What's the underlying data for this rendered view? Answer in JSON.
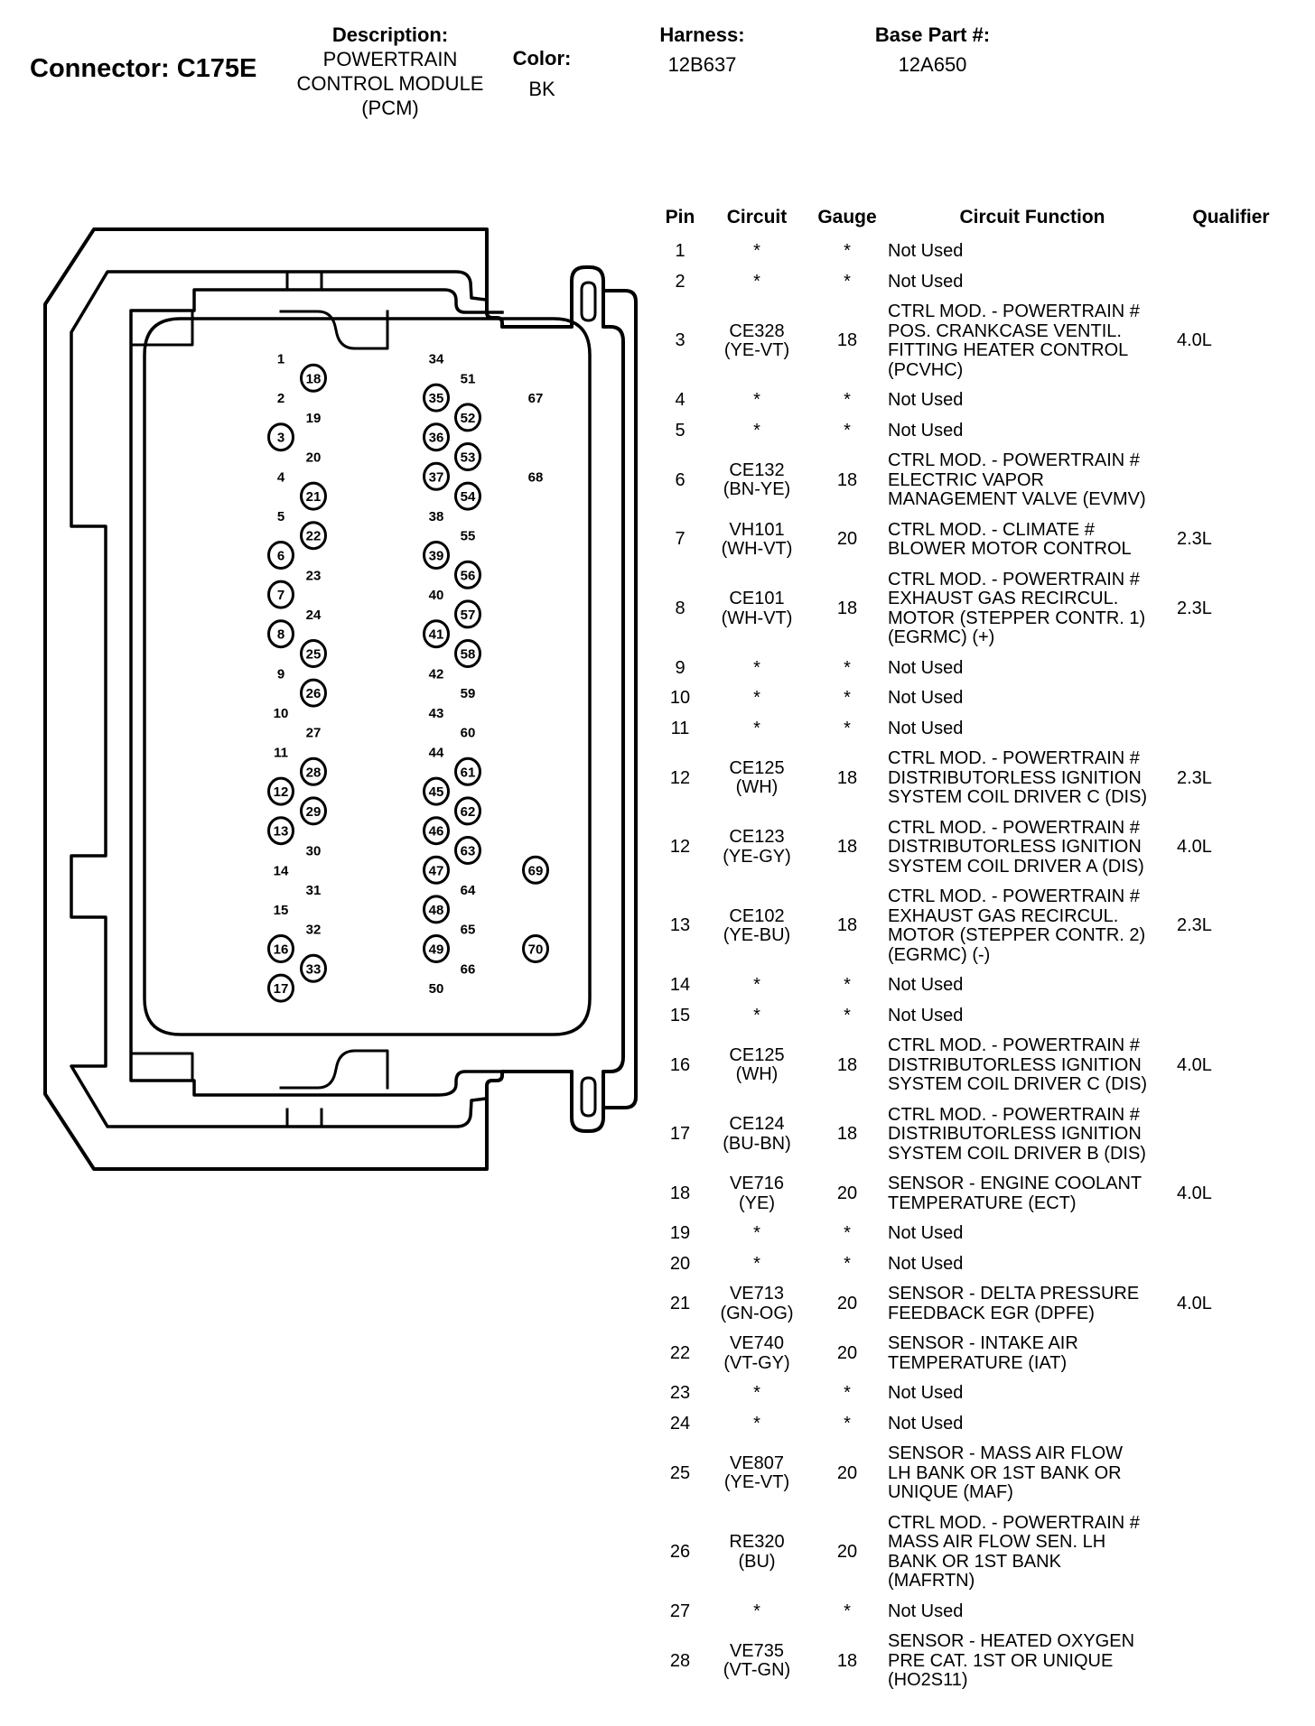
{
  "header": {
    "connector_label": "Connector: C175E",
    "description_label": "Description:",
    "description_lines": [
      "POWERTRAIN",
      "CONTROL MODULE",
      "(PCM)"
    ],
    "color_label": "Color:",
    "color_value": "BK",
    "harness_label": "Harness:",
    "harness_value": "12B637",
    "base_part_label": "Base Part #:",
    "base_part_value": "12A650"
  },
  "diagram": {
    "left_pins": [
      {
        "n": "1",
        "c": 0,
        "ring": false
      },
      {
        "n": "18",
        "c": 1,
        "ring": true
      },
      {
        "n": "2",
        "c": 0,
        "ring": false
      },
      {
        "n": "19",
        "c": 1,
        "ring": false
      },
      {
        "n": "3",
        "c": 0,
        "ring": true
      },
      {
        "n": "20",
        "c": 1,
        "ring": false
      },
      {
        "n": "4",
        "c": 0,
        "ring": false
      },
      {
        "n": "21",
        "c": 1,
        "ring": true
      },
      {
        "n": "5",
        "c": 0,
        "ring": false
      },
      {
        "n": "22",
        "c": 1,
        "ring": true
      },
      {
        "n": "6",
        "c": 0,
        "ring": true
      },
      {
        "n": "23",
        "c": 1,
        "ring": false
      },
      {
        "n": "7",
        "c": 0,
        "ring": true
      },
      {
        "n": "24",
        "c": 1,
        "ring": false
      },
      {
        "n": "8",
        "c": 0,
        "ring": true
      },
      {
        "n": "25",
        "c": 1,
        "ring": true
      },
      {
        "n": "9",
        "c": 0,
        "ring": false
      },
      {
        "n": "26",
        "c": 1,
        "ring": true
      },
      {
        "n": "10",
        "c": 0,
        "ring": false
      },
      {
        "n": "27",
        "c": 1,
        "ring": false
      },
      {
        "n": "11",
        "c": 0,
        "ring": false
      },
      {
        "n": "28",
        "c": 1,
        "ring": true
      },
      {
        "n": "12",
        "c": 0,
        "ring": true
      },
      {
        "n": "29",
        "c": 1,
        "ring": true
      },
      {
        "n": "13",
        "c": 0,
        "ring": true
      },
      {
        "n": "30",
        "c": 1,
        "ring": false
      },
      {
        "n": "14",
        "c": 0,
        "ring": false
      },
      {
        "n": "31",
        "c": 1,
        "ring": false
      },
      {
        "n": "15",
        "c": 0,
        "ring": false
      },
      {
        "n": "32",
        "c": 1,
        "ring": false
      },
      {
        "n": "16",
        "c": 0,
        "ring": true
      },
      {
        "n": "33",
        "c": 1,
        "ring": true
      },
      {
        "n": "17",
        "c": 0,
        "ring": true
      }
    ],
    "right_pins": [
      {
        "n": "34",
        "c": 0,
        "ring": false
      },
      {
        "n": "51",
        "c": 1,
        "ring": false
      },
      {
        "n": "35",
        "c": 0,
        "ring": true
      },
      {
        "n": "52",
        "c": 1,
        "ring": true
      },
      {
        "n": "36",
        "c": 0,
        "ring": true
      },
      {
        "n": "53",
        "c": 1,
        "ring": true
      },
      {
        "n": "37",
        "c": 0,
        "ring": true
      },
      {
        "n": "54",
        "c": 1,
        "ring": true
      },
      {
        "n": "38",
        "c": 0,
        "ring": false
      },
      {
        "n": "55",
        "c": 1,
        "ring": false
      },
      {
        "n": "39",
        "c": 0,
        "ring": true
      },
      {
        "n": "56",
        "c": 1,
        "ring": true
      },
      {
        "n": "40",
        "c": 0,
        "ring": false
      },
      {
        "n": "57",
        "c": 1,
        "ring": true
      },
      {
        "n": "41",
        "c": 0,
        "ring": true
      },
      {
        "n": "58",
        "c": 1,
        "ring": true
      },
      {
        "n": "42",
        "c": 0,
        "ring": false
      },
      {
        "n": "59",
        "c": 1,
        "ring": false
      },
      {
        "n": "43",
        "c": 0,
        "ring": false
      },
      {
        "n": "60",
        "c": 1,
        "ring": false
      },
      {
        "n": "44",
        "c": 0,
        "ring": false
      },
      {
        "n": "61",
        "c": 1,
        "ring": true
      },
      {
        "n": "45",
        "c": 0,
        "ring": true
      },
      {
        "n": "62",
        "c": 1,
        "ring": true
      },
      {
        "n": "46",
        "c": 0,
        "ring": true
      },
      {
        "n": "63",
        "c": 1,
        "ring": true
      },
      {
        "n": "47",
        "c": 0,
        "ring": true
      },
      {
        "n": "64",
        "c": 1,
        "ring": false
      },
      {
        "n": "48",
        "c": 0,
        "ring": true
      },
      {
        "n": "65",
        "c": 1,
        "ring": false
      },
      {
        "n": "49",
        "c": 0,
        "ring": true
      },
      {
        "n": "66",
        "c": 1,
        "ring": false
      },
      {
        "n": "50",
        "c": 0,
        "ring": false
      }
    ],
    "side_pins": [
      {
        "n": "67",
        "row": 2,
        "ring": false
      },
      {
        "n": "68",
        "row": 6,
        "ring": false
      },
      {
        "n": "69",
        "row": 26,
        "ring": true
      },
      {
        "n": "70",
        "row": 30,
        "ring": true
      }
    ]
  },
  "table": {
    "headers": [
      "Pin",
      "Circuit",
      "Gauge",
      "Circuit Function",
      "Qualifier"
    ],
    "rows": [
      {
        "pin": "1",
        "circuit_lines": [
          "*"
        ],
        "gauge": "*",
        "function_lines": [
          "Not Used"
        ],
        "qualifier": ""
      },
      {
        "pin": "2",
        "circuit_lines": [
          "*"
        ],
        "gauge": "*",
        "function_lines": [
          "Not Used"
        ],
        "qualifier": ""
      },
      {
        "pin": "3",
        "circuit_lines": [
          "CE328",
          "(YE-VT)"
        ],
        "gauge": "18",
        "function_lines": [
          "CTRL MOD. - POWERTRAIN #",
          "POS. CRANKCASE VENTIL.",
          "FITTING HEATER CONTROL",
          "(PCVHC)"
        ],
        "qualifier": "4.0L"
      },
      {
        "pin": "4",
        "circuit_lines": [
          "*"
        ],
        "gauge": "*",
        "function_lines": [
          "Not Used"
        ],
        "qualifier": ""
      },
      {
        "pin": "5",
        "circuit_lines": [
          "*"
        ],
        "gauge": "*",
        "function_lines": [
          "Not Used"
        ],
        "qualifier": ""
      },
      {
        "pin": "6",
        "circuit_lines": [
          "CE132",
          "(BN-YE)"
        ],
        "gauge": "18",
        "function_lines": [
          "CTRL MOD. - POWERTRAIN #",
          "ELECTRIC VAPOR",
          "MANAGEMENT VALVE (EVMV)"
        ],
        "qualifier": ""
      },
      {
        "pin": "7",
        "circuit_lines": [
          "VH101",
          "(WH-VT)"
        ],
        "gauge": "20",
        "function_lines": [
          "CTRL MOD. - CLIMATE #",
          "BLOWER MOTOR CONTROL"
        ],
        "qualifier": "2.3L"
      },
      {
        "pin": "8",
        "circuit_lines": [
          "CE101",
          "(WH-VT)"
        ],
        "gauge": "18",
        "function_lines": [
          "CTRL MOD. - POWERTRAIN #",
          "EXHAUST GAS RECIRCUL.",
          "MOTOR (STEPPER CONTR. 1)",
          "(EGRMC) (+)"
        ],
        "qualifier": "2.3L"
      },
      {
        "pin": "9",
        "circuit_lines": [
          "*"
        ],
        "gauge": "*",
        "function_lines": [
          "Not Used"
        ],
        "qualifier": ""
      },
      {
        "pin": "10",
        "circuit_lines": [
          "*"
        ],
        "gauge": "*",
        "function_lines": [
          "Not Used"
        ],
        "qualifier": ""
      },
      {
        "pin": "11",
        "circuit_lines": [
          "*"
        ],
        "gauge": "*",
        "function_lines": [
          "Not Used"
        ],
        "qualifier": ""
      },
      {
        "pin": "12",
        "circuit_lines": [
          "CE125",
          "(WH)"
        ],
        "gauge": "18",
        "function_lines": [
          "CTRL MOD. - POWERTRAIN #",
          "DISTRIBUTORLESS IGNITION",
          "SYSTEM COIL DRIVER C (DIS)"
        ],
        "qualifier": "2.3L"
      },
      {
        "pin": "12",
        "circuit_lines": [
          "CE123",
          "(YE-GY)"
        ],
        "gauge": "18",
        "function_lines": [
          "CTRL MOD. - POWERTRAIN #",
          "DISTRIBUTORLESS IGNITION",
          "SYSTEM COIL DRIVER A (DIS)"
        ],
        "qualifier": "4.0L"
      },
      {
        "pin": "13",
        "circuit_lines": [
          "CE102",
          "(YE-BU)"
        ],
        "gauge": "18",
        "function_lines": [
          "CTRL MOD. - POWERTRAIN #",
          "EXHAUST GAS RECIRCUL.",
          "MOTOR (STEPPER CONTR. 2)",
          "(EGRMC) (-)"
        ],
        "qualifier": "2.3L"
      },
      {
        "pin": "14",
        "circuit_lines": [
          "*"
        ],
        "gauge": "*",
        "function_lines": [
          "Not Used"
        ],
        "qualifier": ""
      },
      {
        "pin": "15",
        "circuit_lines": [
          "*"
        ],
        "gauge": "*",
        "function_lines": [
          "Not Used"
        ],
        "qualifier": ""
      },
      {
        "pin": "16",
        "circuit_lines": [
          "CE125",
          "(WH)"
        ],
        "gauge": "18",
        "function_lines": [
          "CTRL MOD. - POWERTRAIN #",
          "DISTRIBUTORLESS IGNITION",
          "SYSTEM COIL DRIVER C (DIS)"
        ],
        "qualifier": "4.0L"
      },
      {
        "pin": "17",
        "circuit_lines": [
          "CE124",
          "(BU-BN)"
        ],
        "gauge": "18",
        "function_lines": [
          "CTRL MOD. - POWERTRAIN #",
          "DISTRIBUTORLESS IGNITION",
          "SYSTEM COIL DRIVER B (DIS)"
        ],
        "qualifier": ""
      },
      {
        "pin": "18",
        "circuit_lines": [
          "VE716",
          "(YE)"
        ],
        "gauge": "20",
        "function_lines": [
          "SENSOR - ENGINE COOLANT",
          "TEMPERATURE (ECT)"
        ],
        "qualifier": "4.0L"
      },
      {
        "pin": "19",
        "circuit_lines": [
          "*"
        ],
        "gauge": "*",
        "function_lines": [
          "Not Used"
        ],
        "qualifier": ""
      },
      {
        "pin": "20",
        "circuit_lines": [
          "*"
        ],
        "gauge": "*",
        "function_lines": [
          "Not Used"
        ],
        "qualifier": ""
      },
      {
        "pin": "21",
        "circuit_lines": [
          "VE713",
          "(GN-OG)"
        ],
        "gauge": "20",
        "function_lines": [
          "SENSOR - DELTA PRESSURE",
          "FEEDBACK EGR (DPFE)"
        ],
        "qualifier": "4.0L"
      },
      {
        "pin": "22",
        "circuit_lines": [
          "VE740",
          "(VT-GY)"
        ],
        "gauge": "20",
        "function_lines": [
          "SENSOR - INTAKE AIR",
          "TEMPERATURE (IAT)"
        ],
        "qualifier": ""
      },
      {
        "pin": "23",
        "circuit_lines": [
          "*"
        ],
        "gauge": "*",
        "function_lines": [
          "Not Used"
        ],
        "qualifier": ""
      },
      {
        "pin": "24",
        "circuit_lines": [
          "*"
        ],
        "gauge": "*",
        "function_lines": [
          "Not Used"
        ],
        "qualifier": ""
      },
      {
        "pin": "25",
        "circuit_lines": [
          "VE807",
          "(YE-VT)"
        ],
        "gauge": "20",
        "function_lines": [
          "SENSOR - MASS AIR FLOW",
          "LH BANK OR 1ST BANK OR",
          "UNIQUE (MAF)"
        ],
        "qualifier": ""
      },
      {
        "pin": "26",
        "circuit_lines": [
          "RE320",
          "(BU)"
        ],
        "gauge": "20",
        "function_lines": [
          "CTRL MOD. - POWERTRAIN #",
          "MASS AIR FLOW SEN. LH",
          "BANK OR 1ST BANK",
          "(MAFRTN)"
        ],
        "qualifier": ""
      },
      {
        "pin": "27",
        "circuit_lines": [
          "*"
        ],
        "gauge": "*",
        "function_lines": [
          "Not Used"
        ],
        "qualifier": ""
      },
      {
        "pin": "28",
        "circuit_lines": [
          "VE735",
          "(VT-GN)"
        ],
        "gauge": "18",
        "function_lines": [
          "SENSOR - HEATED OXYGEN",
          "PRE CAT. 1ST OR UNIQUE",
          "(HO2S11)"
        ],
        "qualifier": ""
      }
    ]
  }
}
